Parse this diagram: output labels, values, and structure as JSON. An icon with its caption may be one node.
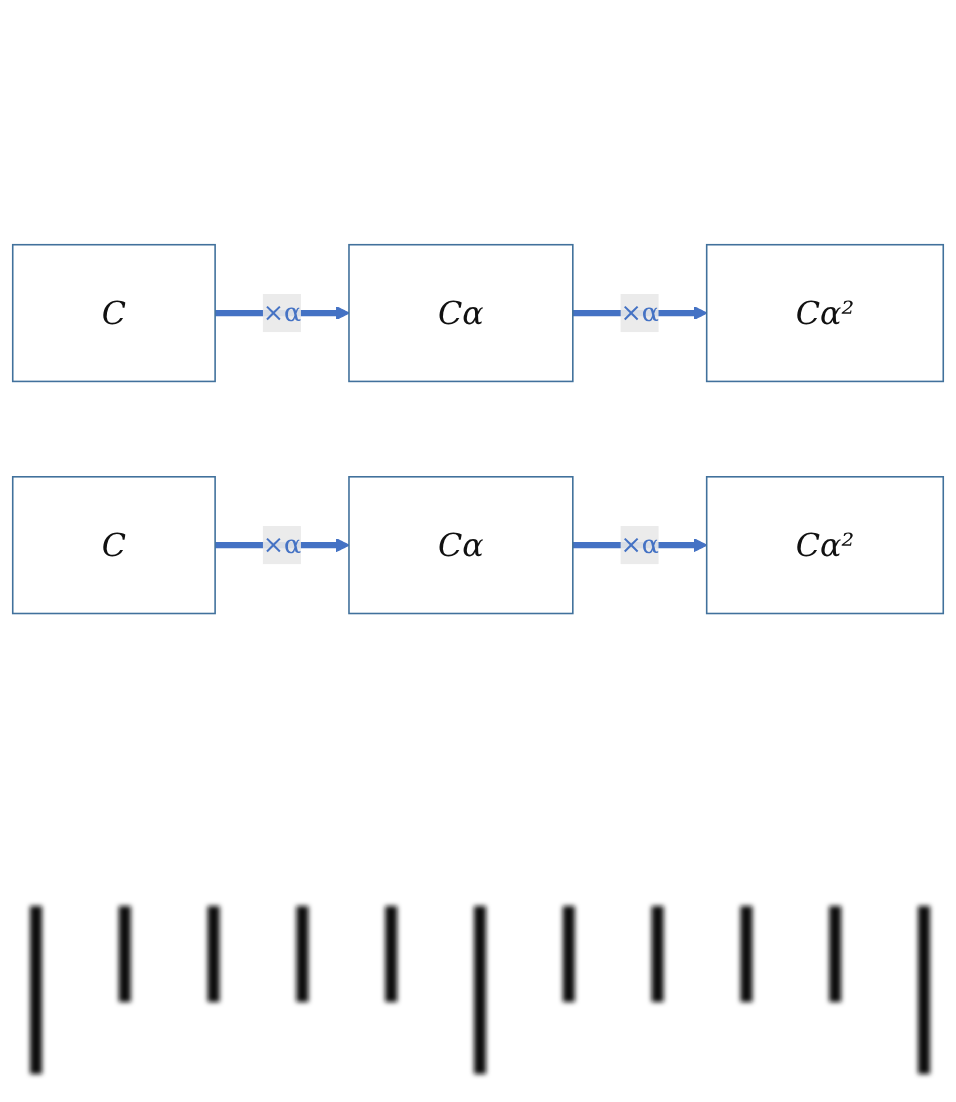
{
  "diagram": {
    "nodes": [
      {
        "text": [
          "C"
        ]
      },
      {
        "text": [
          "Cα"
        ]
      },
      {
        "text": [
          "Cα²"
        ]
      },
      {
        "text": [
          "C"
        ]
      },
      {
        "text": [
          "Cα"
        ]
      },
      {
        "text": [
          "Cα²"
        ]
      }
    ],
    "edges": [
      {
        "from": 0,
        "to": 1,
        "arrow": "to",
        "label": "×α"
      },
      {
        "from": 1,
        "to": 2,
        "arrow": "to",
        "label": "×α"
      },
      {
        "from": 3,
        "to": 4,
        "arrow": "to",
        "label": "×α"
      },
      {
        "from": 4,
        "to": 5,
        "arrow": "to",
        "label": "×α"
      }
    ]
  }
}
